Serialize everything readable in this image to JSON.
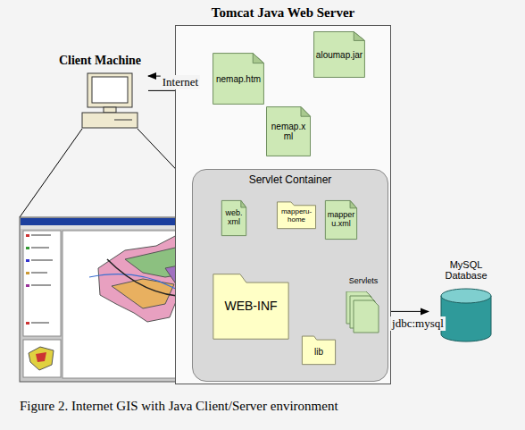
{
  "diagram": {
    "caption": "Figure 2. Internet GIS with Java Client/Server environment",
    "nodes": [
      {
        "text": [
          "Client Machine"
        ]
      },
      {
        "text": [
          "Tomcat Java Web Server"
        ]
      },
      {
        "text": [
          "nemap.htm"
        ],
        "in": 1
      },
      {
        "text": [
          "aloumap.jar"
        ],
        "in": 1
      },
      {
        "text": [
          "nemap.xml"
        ],
        "in": 1
      },
      {
        "text": [
          "Servlet Container"
        ],
        "in": 1
      },
      {
        "text": [
          "web. xml"
        ],
        "in": 5
      },
      {
        "text": [
          "mapperu-home"
        ],
        "in": 5
      },
      {
        "text": [
          "mapperu.xml"
        ],
        "in": 5
      },
      {
        "text": [
          "WEB-INF"
        ],
        "in": 5
      },
      {
        "text": [
          "lib"
        ],
        "in": 5
      },
      {
        "text": [
          "Servlets"
        ],
        "in": 5
      },
      {
        "text": [
          "MySQL Database"
        ]
      }
    ],
    "edges": [
      {
        "from": 2,
        "to": 0,
        "arrow": "to"
      },
      {
        "from": 0,
        "to": 2,
        "label": "Internet",
        "arrow": "to"
      },
      {
        "from": 3,
        "to": 2,
        "arrow": "to"
      },
      {
        "from": 4,
        "to": 2,
        "arrow": "to"
      },
      {
        "from": 7,
        "to": 8,
        "arrow": "none"
      },
      {
        "from": 7,
        "to": 10,
        "arrow": "none"
      },
      {
        "from": 10,
        "to": 11,
        "arrow": "none"
      },
      {
        "from": 11,
        "to": 12,
        "label": "jdbc:mysql",
        "arrow": "both"
      }
    ]
  }
}
